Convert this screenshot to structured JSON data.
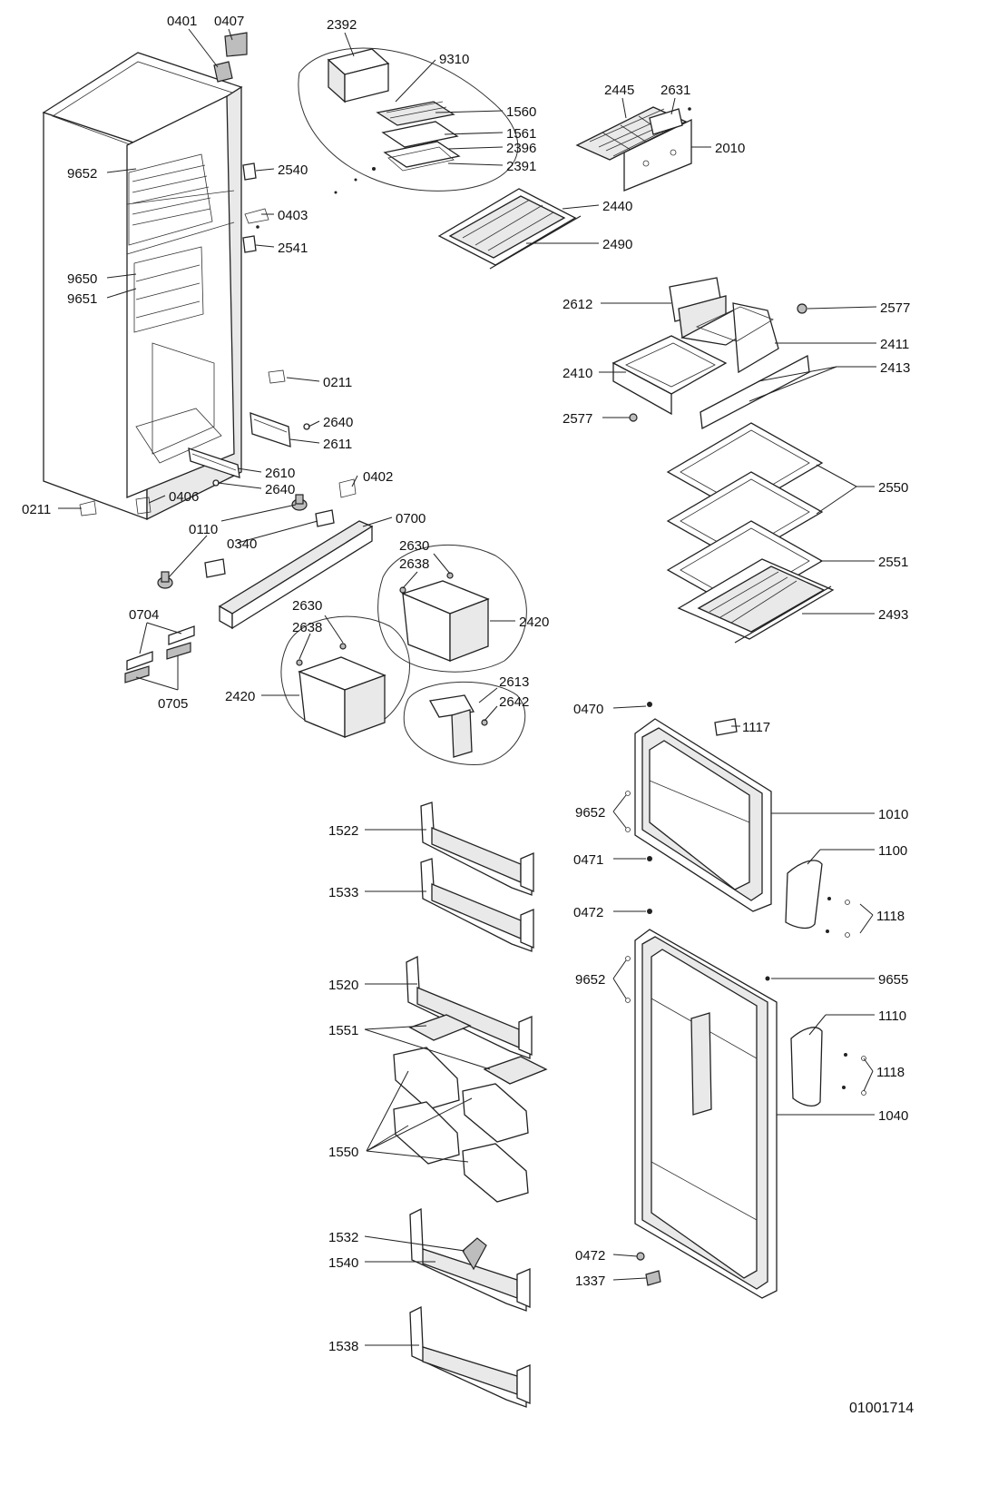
{
  "document": {
    "number": "01001714"
  },
  "callouts": {
    "c0401": "0401",
    "c0407": "0407",
    "c2392": "2392",
    "c9310": "9310",
    "c2445": "2445",
    "c2631": "2631",
    "c1560": "1560",
    "c1561": "1561",
    "c2396": "2396",
    "c2391": "2391",
    "c2010": "2010",
    "c9652a": "9652",
    "c2540": "2540",
    "c0403": "0403",
    "c2440": "2440",
    "c2541": "2541",
    "c2490": "2490",
    "c9650": "9650",
    "c9651": "9651",
    "c2612": "2612",
    "c2577a": "2577",
    "c2411": "2411",
    "c2413": "2413",
    "c2410": "2410",
    "c0211a": "0211",
    "c2640a": "2640",
    "c2577b": "2577",
    "c2611": "2611",
    "c2610": "2610",
    "c2640b": "2640",
    "c0402": "0402",
    "c2550": "2550",
    "c0211b": "0211",
    "c0406": "0406",
    "c0110": "0110",
    "c0700": "0700",
    "c0340": "0340",
    "c2630a": "2630",
    "c2638a": "2638",
    "c2551": "2551",
    "c2420a": "2420",
    "c0704": "0704",
    "c2493": "2493",
    "c2630b": "2630",
    "c2638b": "2638",
    "c2613": "2613",
    "c2642": "2642",
    "c2420b": "2420",
    "c0705": "0705",
    "c0470": "0470",
    "c1117": "1117",
    "c9652b": "9652",
    "c1010": "1010",
    "c1522": "1522",
    "c1100": "1100",
    "c0471": "0471",
    "c1533": "1533",
    "c0472a": "0472",
    "c1118a": "1118",
    "c1520": "1520",
    "c9652c": "9652",
    "c9655": "9655",
    "c1110": "1110",
    "c1551": "1551",
    "c1118b": "1118",
    "c1040": "1040",
    "c1550": "1550",
    "c1532": "1532",
    "c0472b": "0472",
    "c1540": "1540",
    "c1337": "1337",
    "c1538": "1538"
  }
}
